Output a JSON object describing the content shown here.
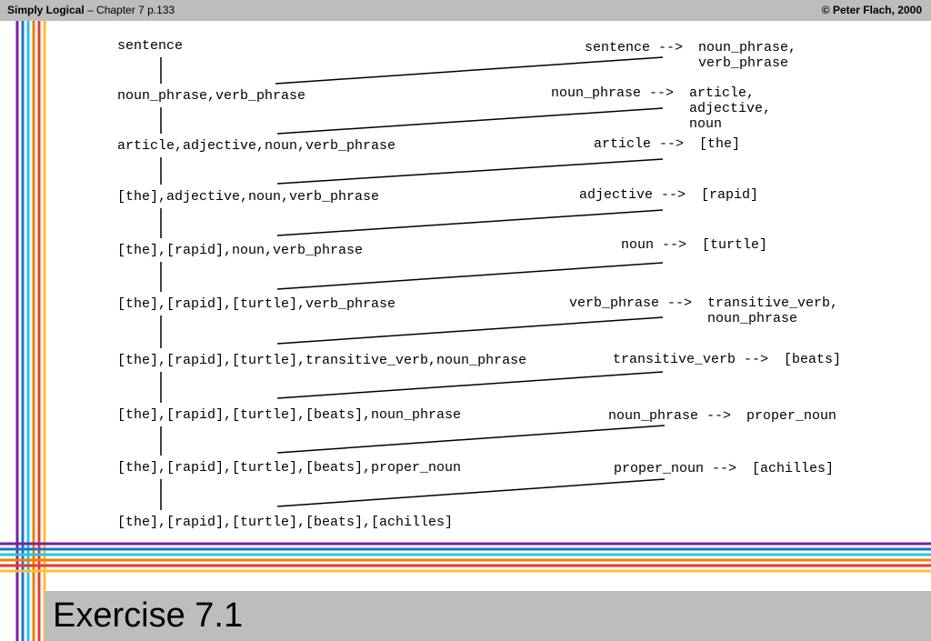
{
  "header": {
    "book_title": "Simply Logical",
    "chapter_page": " – Chapter 7  p.133",
    "copyright": "© Peter Flach, 2000"
  },
  "derivation": [
    "sentence",
    "noun_phrase,verb_phrase",
    "article,adjective,noun,verb_phrase",
    "[the],adjective,noun,verb_phrase",
    "[the],[rapid],noun,verb_phrase",
    "[the],[rapid],[turtle],verb_phrase",
    "[the],[rapid],[turtle],transitive_verb,noun_phrase",
    "[the],[rapid],[turtle],[beats],noun_phrase",
    "[the],[rapid],[turtle],[beats],proper_noun",
    "[the],[rapid],[turtle],[beats],[achilles]"
  ],
  "rules": [
    {
      "head": "sentence",
      "body": [
        "noun_phrase,",
        "verb_phrase"
      ]
    },
    {
      "head": "noun_phrase",
      "body": [
        "article,",
        "adjective,",
        "noun"
      ]
    },
    {
      "head": "article",
      "body": [
        "[the]"
      ]
    },
    {
      "head": "adjective",
      "body": [
        "[rapid]"
      ]
    },
    {
      "head": "noun",
      "body": [
        "[turtle]"
      ]
    },
    {
      "head": "verb_phrase",
      "body": [
        "transitive_verb,",
        "noun_phrase"
      ]
    },
    {
      "head": "transitive_verb",
      "body": [
        "[beats]"
      ]
    },
    {
      "head": "noun_phrase",
      "body": [
        "proper_noun"
      ]
    },
    {
      "head": "proper_noun",
      "body": [
        "[achilles]"
      ]
    }
  ],
  "arrow": "-->",
  "footer": {
    "title": "Exercise 7.1"
  },
  "colors": {
    "stripes": [
      "#7b1fa2",
      "#1976d2",
      "#26c6da",
      "#f57c00",
      "#e53935",
      "#fbc02d"
    ],
    "panel": "#bdbdbd"
  }
}
